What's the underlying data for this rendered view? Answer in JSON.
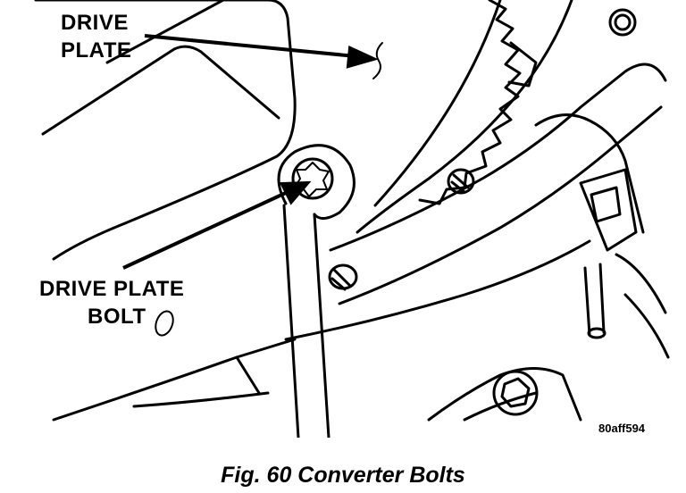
{
  "callouts": {
    "drive_plate_line1": "DRIVE",
    "drive_plate_line2": "PLATE",
    "drive_plate_bolt_line1": "DRIVE PLATE",
    "drive_plate_bolt_line2": "BOLT"
  },
  "figure_code": "80aff594",
  "caption": "Fig. 60 Converter Bolts"
}
